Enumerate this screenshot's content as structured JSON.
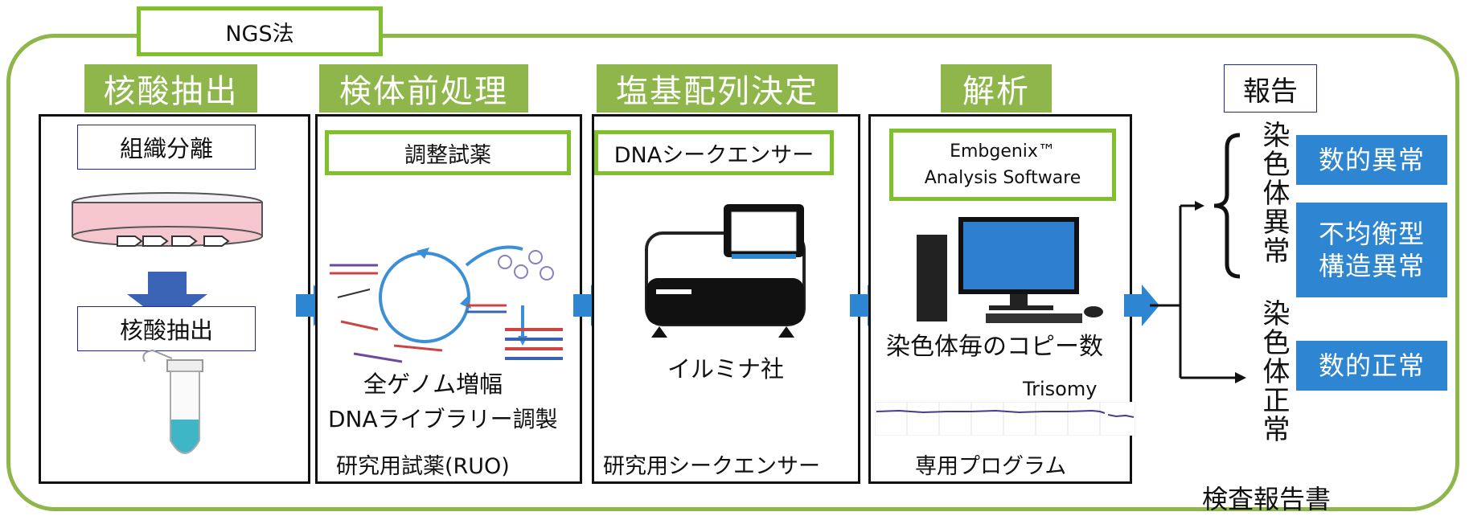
{
  "top_label": "NGS法",
  "stages": {
    "s1": "核酸抽出",
    "s2": "検体前処理",
    "s3": "塩基配列決定",
    "s4": "解析",
    "s5": "報告"
  },
  "panel1": {
    "box_top": "組織分離",
    "box_mid": "核酸抽出"
  },
  "panel2": {
    "box": "調整試薬",
    "caption1": "全ゲノム増幅",
    "caption2": "DNAライブラリー調製",
    "footer": "研究用試薬(RUO)"
  },
  "panel3": {
    "box": "DNAシークエンサー",
    "caption": "イルミナ社",
    "footer": "研究用シークエンサー"
  },
  "panel4": {
    "box_line1": "Embgenix™",
    "box_line2": "Analysis Software",
    "caption": "染色体毎のコピー数",
    "trisomy": "Trisomy",
    "footer": "専用プログラム"
  },
  "report": {
    "abnormal_label": "染色体異常",
    "normal_label": "染色体正常",
    "numerical_abnormal": "数的異常",
    "structural_line1": "不均衡型",
    "structural_line2": "構造異常",
    "numerical_normal": "数的正常",
    "footer": "検査報告書"
  },
  "colors": {
    "stage_green": "#8fb64b",
    "box_green": "#7fc02c",
    "arrow_blue": "#2e86d2",
    "result_blue": "#2e86d2",
    "navy": "#1f2a8a"
  }
}
